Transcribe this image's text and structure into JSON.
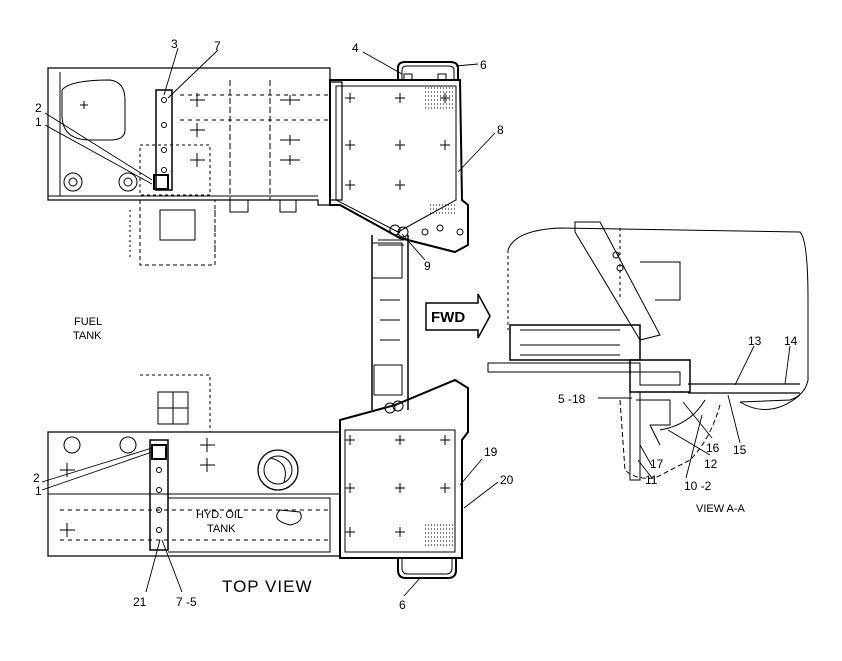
{
  "callouts": {
    "c1_top": "1",
    "c2_top": "2",
    "c3": "3",
    "c7_top": "7",
    "c4": "4",
    "c6_top": "6",
    "c8": "8",
    "c9": "9",
    "c2_bot": "2",
    "c1_bot": "1",
    "c19": "19",
    "c20": "20",
    "c21": "21",
    "c7_5": "7 -5",
    "c6_bot": "6",
    "c13": "13",
    "c14": "14",
    "c5_18": "5 -18",
    "c15": "15",
    "c16": "16",
    "c12": "12",
    "c17": "17",
    "c11": "11",
    "c10_2": "10 -2"
  },
  "labels": {
    "fuel_tank_line1": "FUEL",
    "fuel_tank_line2": "TANK",
    "hyd_line1": "HYD. OIL",
    "hyd_line2": "TANK",
    "fwd": "FWD",
    "top_view": "TOP VIEW",
    "view_aa": "VIEW A-A"
  }
}
